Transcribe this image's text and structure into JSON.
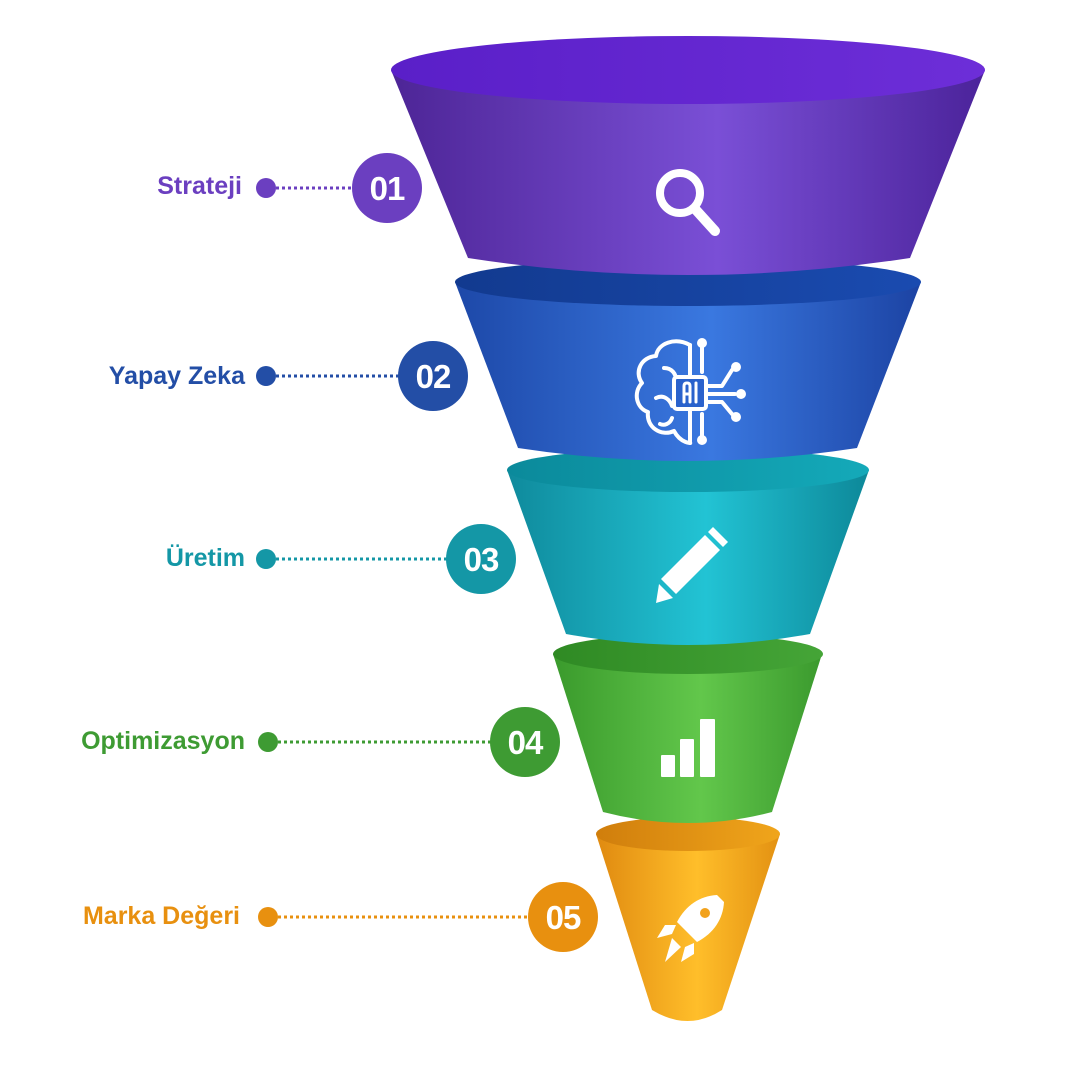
{
  "stages": [
    {
      "number": "01",
      "label": "Strateji",
      "color": "#6b3fc0",
      "icon": "search-icon"
    },
    {
      "number": "02",
      "label": "Yapay Zeka",
      "color": "#234ea6",
      "icon": "ai-brain-icon"
    },
    {
      "number": "03",
      "label": "Üretim",
      "color": "#1497a6",
      "icon": "pencil-icon"
    },
    {
      "number": "04",
      "label": "Optimizasyon",
      "color": "#3e9b33",
      "icon": "bar-chart-icon"
    },
    {
      "number": "05",
      "label": "Marka Değeri",
      "color": "#e8900f",
      "icon": "rocket-icon"
    }
  ]
}
